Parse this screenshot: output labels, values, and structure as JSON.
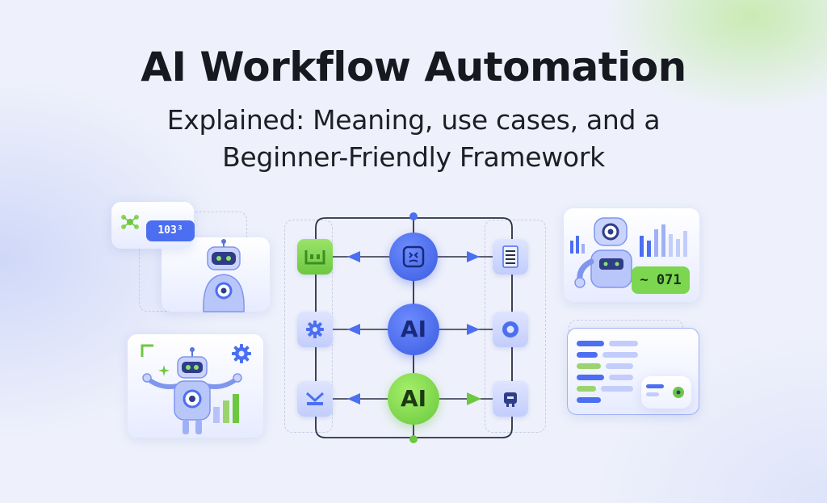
{
  "header": {
    "title": "AI Workflow Automation",
    "subtitle_line1": "Explained: Meaning, use cases, and a",
    "subtitle_line2": "Beginner-Friendly Framework"
  },
  "left_top_card": {
    "badge": "103³"
  },
  "right_top_card": {
    "badge": "~ 071"
  },
  "workflow": {
    "nodes": [
      {
        "name": "top",
        "label": ""
      },
      {
        "name": "middle",
        "label": "AI"
      },
      {
        "name": "bottom",
        "label": "AI"
      }
    ]
  },
  "colors": {
    "accent_blue": "#4b6ff0",
    "accent_green": "#7dd64f",
    "title_text": "#16191f",
    "background": "#eef1fb"
  }
}
